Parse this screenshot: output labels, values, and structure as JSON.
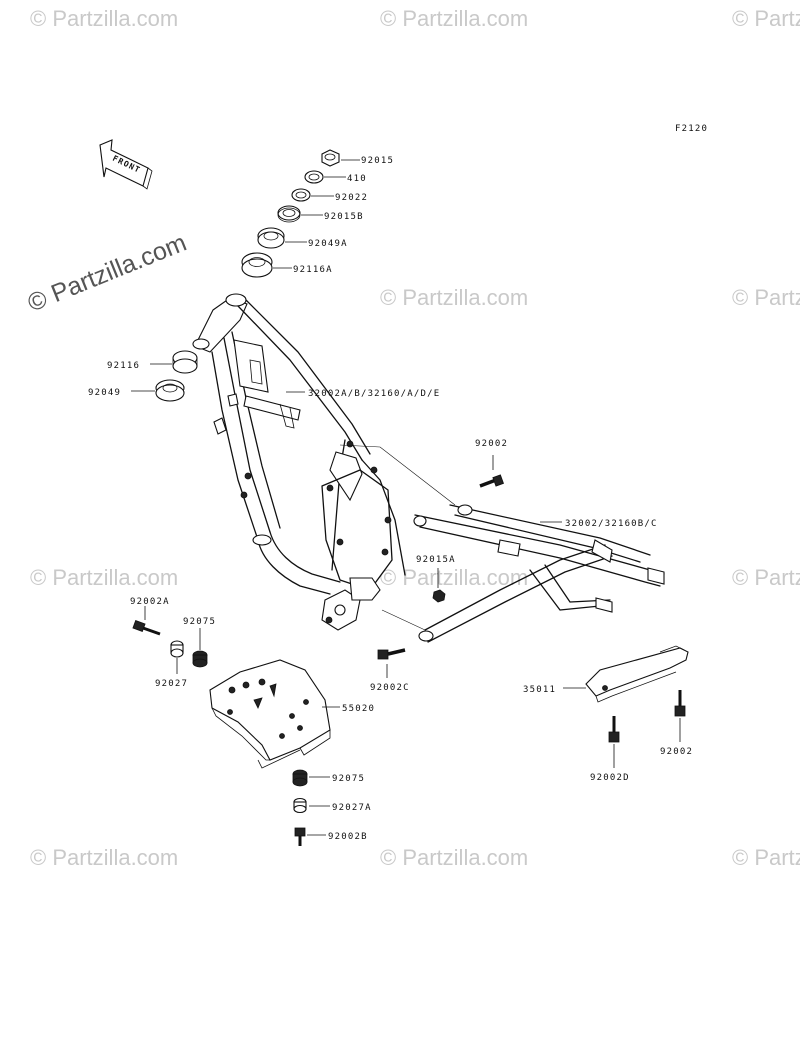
{
  "diagram": {
    "figure_code": "F2120",
    "front_label": "FRONT",
    "watermark_text": "© Partzilla.com",
    "part_labels": {
      "nut_top": "92015",
      "washer_410": "410",
      "washer_92022": "92022",
      "nut_92015b": "92015B",
      "seal_92049a": "92049A",
      "bearing_92116a": "92116A",
      "bearing_92116": "92116",
      "seal_92049": "92049",
      "frame": "32002A/B/32160/A/D/E",
      "bolt_92002_top": "92002",
      "subframe": "32002/32160B/C",
      "nut_92015a": "92015A",
      "bolt_92002a": "92002A",
      "collar_92075_top": "92075",
      "collar_92027": "92027",
      "bolt_92002c": "92002C",
      "guard_55020": "55020",
      "guard_35011": "35011",
      "collar_92075_bottom": "92075",
      "collar_92027a": "92027A",
      "bolt_92002b": "92002B",
      "bolt_92002d": "92002D",
      "bolt_92002_right": "92002"
    }
  }
}
